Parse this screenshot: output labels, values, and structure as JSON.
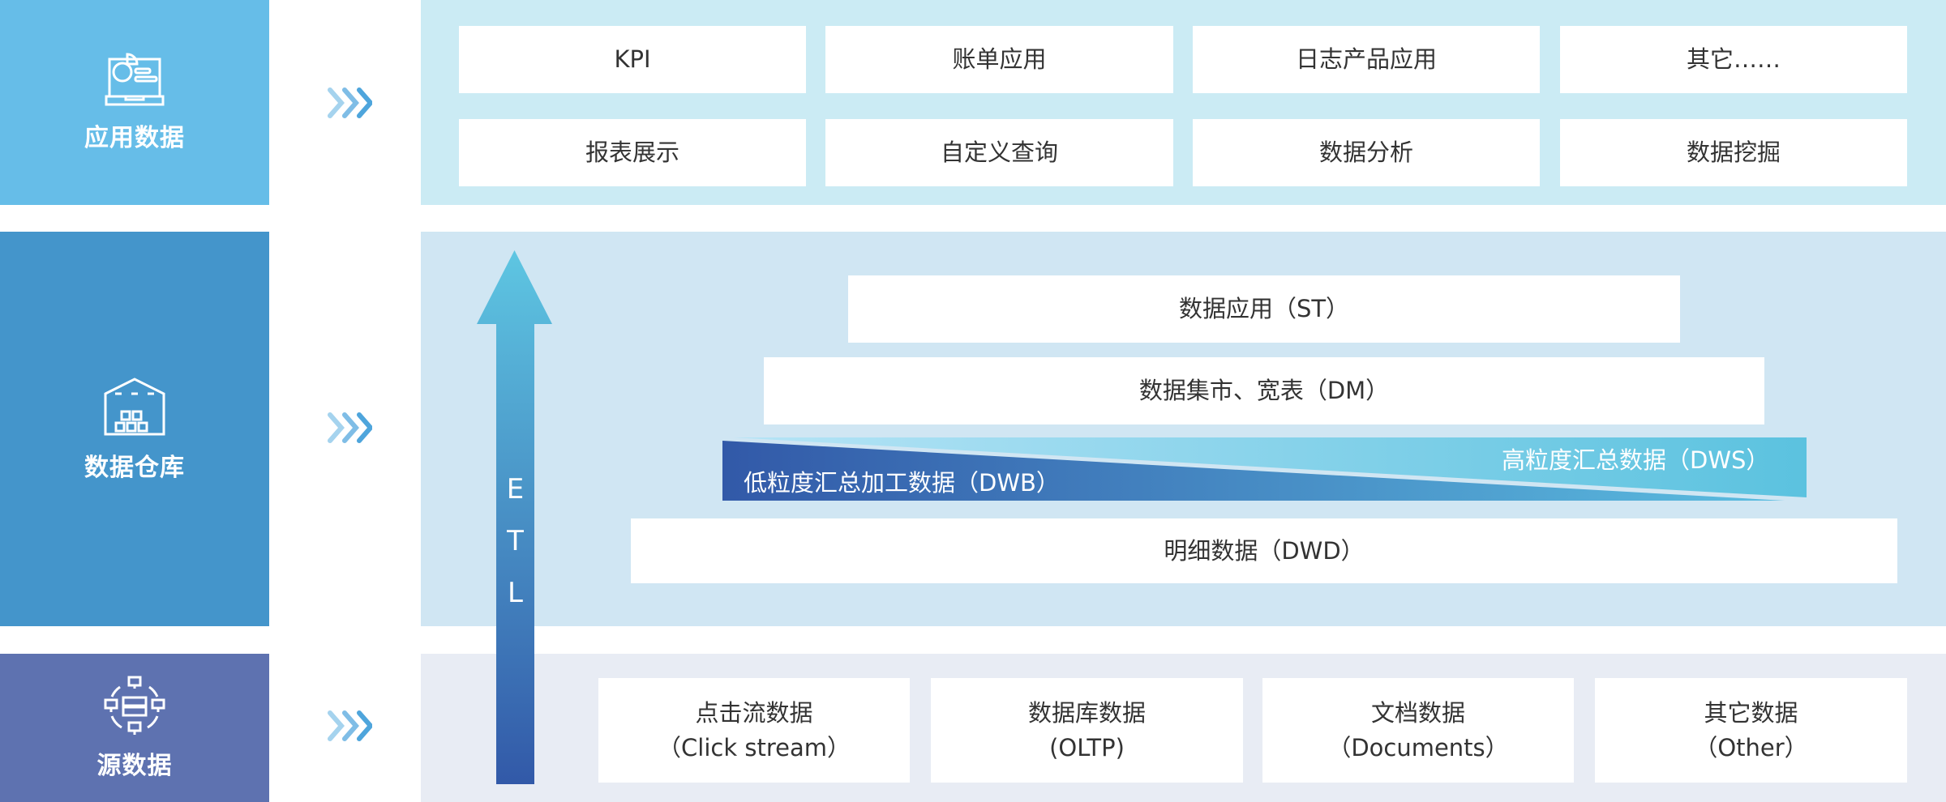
{
  "layers": {
    "app": {
      "label": "应用数据",
      "icon": "dashboard-laptop-icon",
      "color": "#66bde8"
    },
    "dw": {
      "label": "数据仓库",
      "icon": "warehouse-icon",
      "color": "#4495cb"
    },
    "source": {
      "label": "源数据",
      "icon": "network-server-icon",
      "color": "#5e72b0"
    }
  },
  "app_items": [
    "KPI",
    "账单应用",
    "日志产品应用",
    "其它……",
    "报表展示",
    "自定义查询",
    "数据分析",
    "数据挖掘"
  ],
  "dw_items": {
    "st": "数据应用（ST）",
    "dm": "数据集市、宽表（DM）",
    "dws": "高粒度汇总数据（DWS）",
    "dwb": "低粒度汇总加工数据（DWB）",
    "dwd": "明细数据（DWD）"
  },
  "etl": [
    "E",
    "T",
    "L"
  ],
  "source_items": [
    {
      "title": "点击流数据",
      "sub": "（Click stream）"
    },
    {
      "title": "数据库数据",
      "sub": "(OLTP)"
    },
    {
      "title": "文档数据",
      "sub": "（Documents）"
    },
    {
      "title": "其它数据",
      "sub": "（Other）"
    }
  ]
}
